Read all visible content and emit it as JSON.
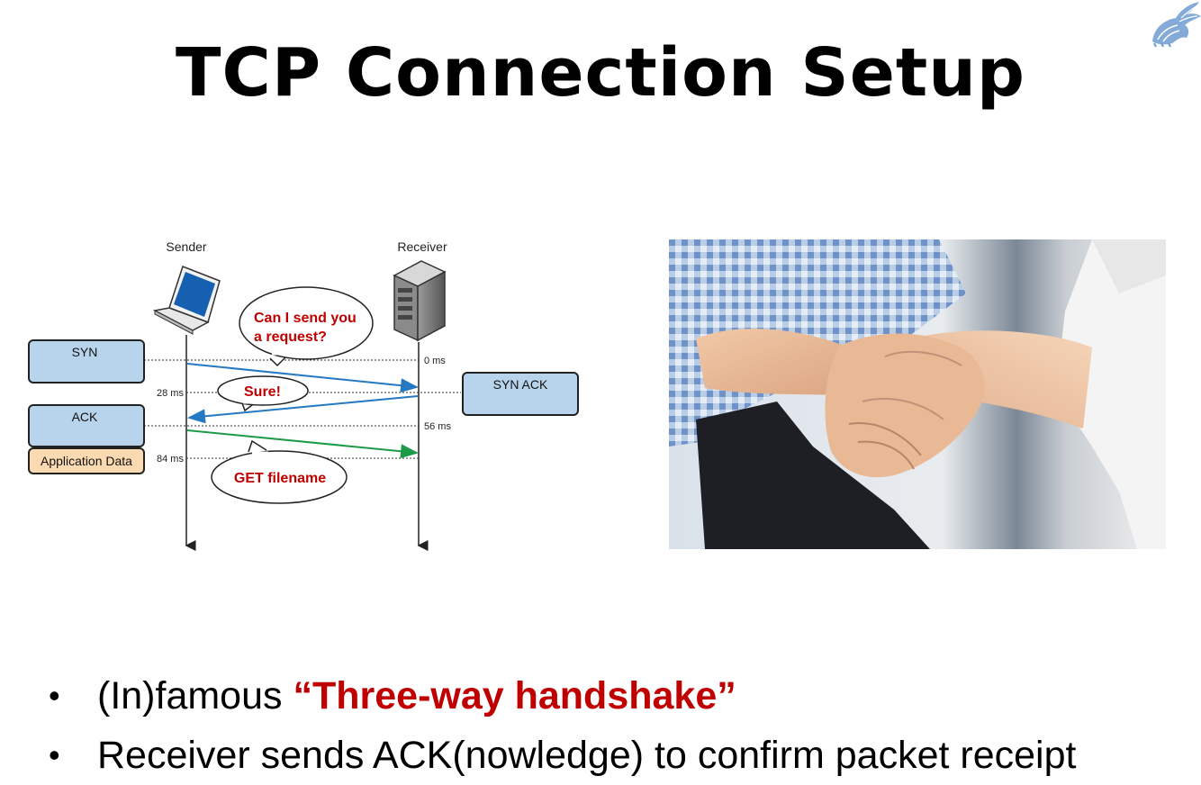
{
  "title": "TCP Connection Setup",
  "diagram": {
    "sender_label": "Sender",
    "receiver_label": "Receiver",
    "boxes": {
      "syn": "SYN",
      "syn_ack": "SYN ACK",
      "ack": "ACK",
      "app_data": "Application Data"
    },
    "times": {
      "t0": "0 ms",
      "t28": "28 ms",
      "t56": "56 ms",
      "t84": "84 ms"
    },
    "bubbles": {
      "request_line1": "Can I send you",
      "request_line2": "a request?",
      "sure": "Sure!",
      "get": "GET filename"
    }
  },
  "bullets": [
    {
      "prefix": "(In)famous ",
      "highlight": "“Three-way handshake”"
    },
    {
      "text": "Receiver sends ACK(nowledge) to confirm packet receipt"
    }
  ],
  "colors": {
    "highlight": "#c00000",
    "box_fill": "#b8d4ec",
    "app_box_fill": "#fbd9b1",
    "syn_arrow": "#2479c2",
    "data_arrow": "#1d9a47"
  }
}
